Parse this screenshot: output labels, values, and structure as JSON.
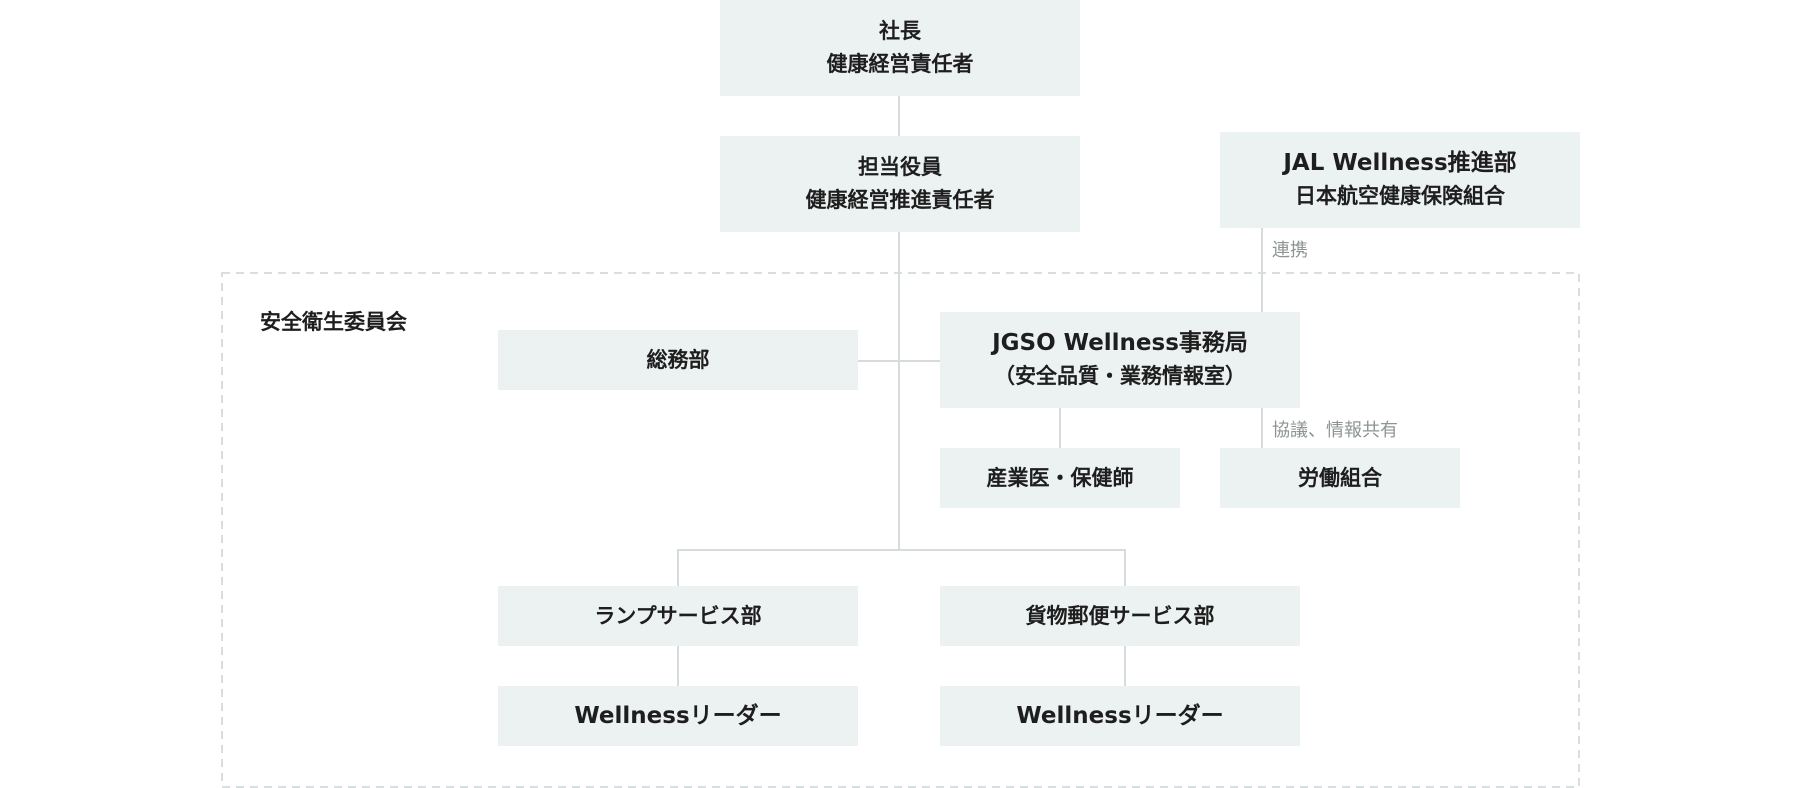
{
  "committee": {
    "label": "安全衛生委員会"
  },
  "nodes": {
    "president": {
      "line1": "社長",
      "line2": "健康経営責任者"
    },
    "officer": {
      "line1": "担当役員",
      "line2": "健康経営推進責任者"
    },
    "jal_wellness": {
      "line1": "JAL Wellness推進部",
      "line2": "日本航空健康保険組合"
    },
    "general_affairs": {
      "line1": "総務部"
    },
    "jgso_office": {
      "line1": "JGSO Wellness事務局",
      "line2": "（安全品質・業務情報室）"
    },
    "occupational_doctor": {
      "line1": "産業医・保健師"
    },
    "labor_union": {
      "line1": "労働組合"
    },
    "ramp_service": {
      "line1": "ランプサービス部"
    },
    "cargo_mail": {
      "line1": "貨物郵便サービス部"
    },
    "ramp_leader": {
      "line1": "Wellnessリーダー"
    },
    "cargo_leader": {
      "line1": "Wellnessリーダー"
    }
  },
  "links": {
    "cooperation": "連携",
    "consultation": "協議、情報共有"
  },
  "colors": {
    "box_fill": "#ecf1f1",
    "connector": "#d6dcdc",
    "frame": "#d9dddd",
    "text": "#1e1e1e",
    "link_label": "#8e9494"
  }
}
